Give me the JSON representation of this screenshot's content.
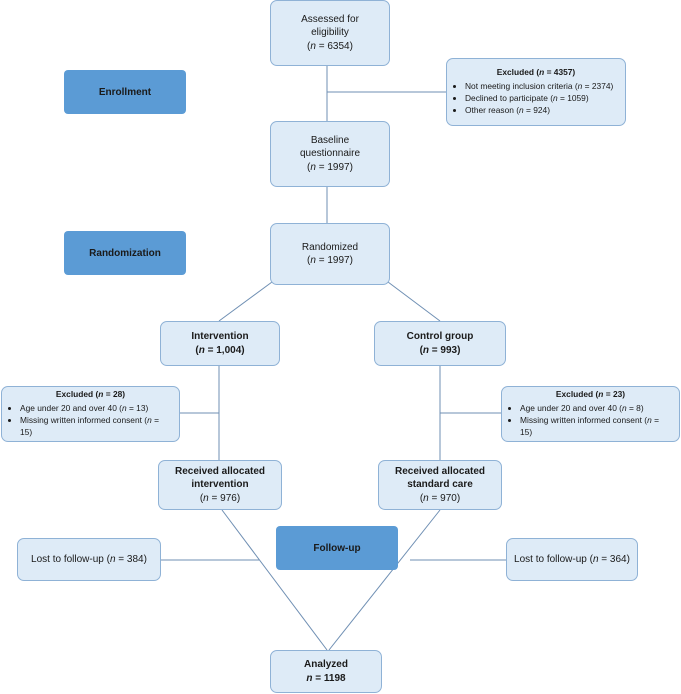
{
  "stages": {
    "enrollment": "Enrollment",
    "randomization": "Randomization",
    "follow_up": "Follow-up"
  },
  "assessed": {
    "line1": "Assessed for",
    "line2": "eligibility",
    "n_prefix": "n",
    "n_value": " = 6354"
  },
  "excluded_enrollment": {
    "title_prefix": "Excluded (",
    "title_n": "n",
    "title_value": " = 4357)",
    "items": [
      {
        "text": "Not meeting inclusion criteria (",
        "n": "n",
        "value": " = 2374)"
      },
      {
        "text": "Declined to participate (",
        "n": "n",
        "value": " = 1059)"
      },
      {
        "text": "Other reason (",
        "n": "n",
        "value": " = 924)"
      }
    ]
  },
  "baseline": {
    "line1": "Baseline",
    "line2": "questionnaire",
    "n_prefix": "(",
    "n": "n",
    "n_value": " = 1997)"
  },
  "randomized": {
    "line1": "Randomized",
    "n_prefix": "(",
    "n": "n",
    "n_value": " = 1997)"
  },
  "intervention": {
    "line1": "Intervention",
    "n_prefix": "(",
    "n": "n",
    "n_value": " = 1,004)"
  },
  "control": {
    "line1": "Control group",
    "n_prefix": "(",
    "n": "n",
    "n_value": " = 993)"
  },
  "excluded_intervention": {
    "title_prefix": "Excluded (",
    "title_n": "n",
    "title_value": " = 28)",
    "items": [
      {
        "text": "Age under 20 and over 40 (",
        "n": "n",
        "value": " = 13)"
      },
      {
        "text": "Missing written informed consent (",
        "n": "n",
        "value": " = 15)"
      }
    ]
  },
  "excluded_control": {
    "title_prefix": "Excluded (",
    "title_n": "n",
    "title_value": " = 23)",
    "items": [
      {
        "text": "Age under 20 and over 40 (",
        "n": "n",
        "value": " = 8)"
      },
      {
        "text": "Missing written informed consent (",
        "n": "n",
        "value": " = 15)"
      }
    ]
  },
  "received_intervention": {
    "line1": "Received allocated",
    "line2": "intervention",
    "n_prefix": "(",
    "n": "n",
    "n_value": " = 976)"
  },
  "received_control": {
    "line1": "Received allocated",
    "line2": "standard care",
    "n_prefix": "(",
    "n": "n",
    "n_value": " = 970)"
  },
  "lost_intervention": {
    "text": "Lost to follow-up (",
    "n": "n",
    "value": " = 384)"
  },
  "lost_control": {
    "text": "Lost to follow-up (",
    "n": "n",
    "value": " = 364)"
  },
  "analyzed": {
    "line1": "Analyzed",
    "n": "n",
    "n_value": " = 1198"
  },
  "colors": {
    "box_fill": "#deebf7",
    "box_border": "#8fb2d6",
    "stage_fill": "#5b9bd5",
    "line": "#6f8fb3"
  }
}
